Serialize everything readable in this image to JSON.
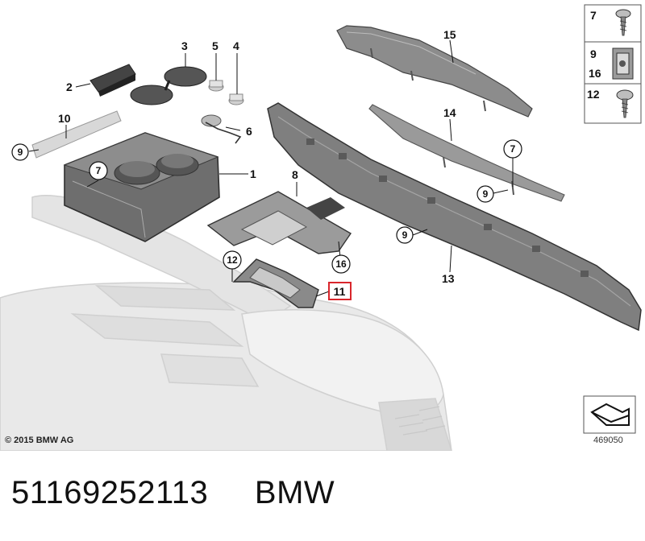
{
  "callouts": {
    "p1": "1",
    "p2": "2",
    "p3": "3",
    "p4": "4",
    "p5": "5",
    "p6": "6",
    "p7a": "7",
    "p7b": "7",
    "p8": "8",
    "p9a": "9",
    "p9b": "9",
    "p9c": "9",
    "p10": "10",
    "p11": "11",
    "p12": "12",
    "p13": "13",
    "p14": "14",
    "p15": "15",
    "p16": "16"
  },
  "legend": {
    "r1": "7",
    "r2a": "9",
    "r2b": "16",
    "r3": "12"
  },
  "highlight_color": "#d9262c",
  "copyright": "© 2015 BMW AG",
  "diagram_ref": "469050",
  "footer": {
    "part_number": "51169252113",
    "brand": "BMW"
  }
}
